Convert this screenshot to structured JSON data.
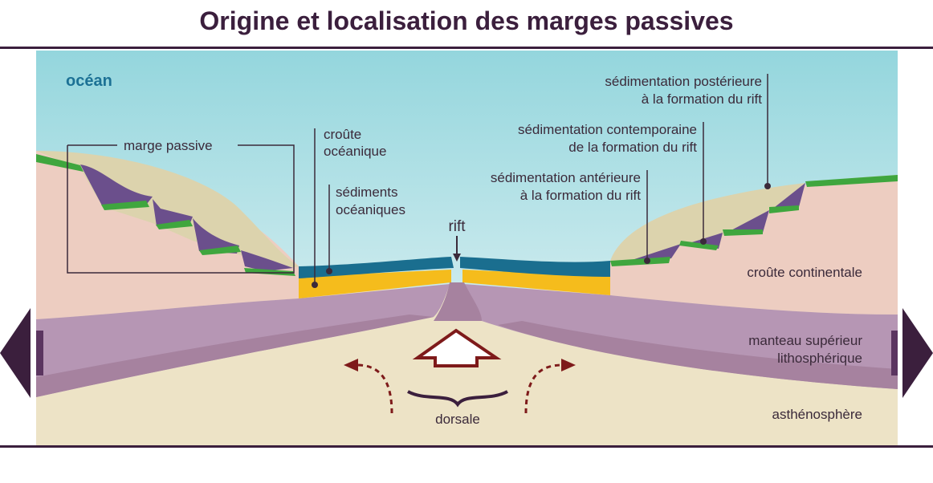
{
  "title": "Origine et localisation des marges passives",
  "labels": {
    "ocean": "océan",
    "marge_passive": "marge passive",
    "croute_oceanique_1": "croûte",
    "croute_oceanique_2": "océanique",
    "sediments_oceaniques_1": "sédiments",
    "sediments_oceaniques_2": "océaniques",
    "rift": "rift",
    "sed_posterieure_1": "sédimentation postérieure",
    "sed_posterieure_2": "à la formation du rift",
    "sed_contemporaine_1": "sédimentation contemporaine",
    "sed_contemporaine_2": "de la formation du rift",
    "sed_anterieure_1": "sédimentation antérieure",
    "sed_anterieure_2": "à la formation du rift",
    "croute_continentale": "croûte continentale",
    "manteau_1": "manteau supérieur",
    "manteau_2": "lithosphérique",
    "dorsale": "dorsale",
    "asthenosphere": "asthénosphère"
  },
  "colors": {
    "title": "#3b1f3d",
    "ocean_top": "#94d6dd",
    "ocean_bottom": "#eef7f8",
    "continental_crust": "#edcdc1",
    "sediment_wedge": "#dcd3ad",
    "syn_rift": "#6b4f8c",
    "pre_rift": "#3fa63e",
    "oceanic_crust": "#1a6e8f",
    "oceanic_sediments": "#f5bc1c",
    "lithospheric_mantle": "#b696b4",
    "asthenosphere": "#ede3c6",
    "arrows": "#7e1a1a",
    "plate_arrows": "#3b1f3d"
  },
  "icons": [
    "left-arrow-icon",
    "right-arrow-icon",
    "upwelling-arrow-icon",
    "convection-arrow-left-icon",
    "convection-arrow-right-icon",
    "dorsale-brace-icon",
    "rift-pointer-icon"
  ]
}
